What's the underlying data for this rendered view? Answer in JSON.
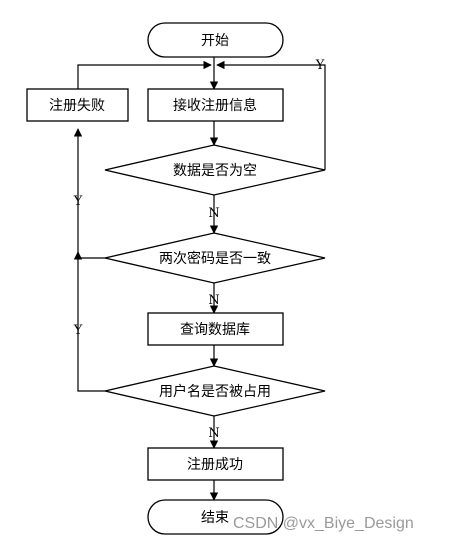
{
  "flowchart": {
    "nodes": {
      "start": "开始",
      "receive_info": "接收注册信息",
      "data_empty_check": "数据是否为空",
      "password_match_check": "两次密码是否一致",
      "query_db": "查询数据库",
      "username_taken_check": "用户名是否被占用",
      "register_success": "注册成功",
      "end": "结束",
      "register_fail": "注册失败"
    },
    "edge_labels": {
      "yes_data_empty": "Y",
      "no_data_empty": "N",
      "yes_password": "Y",
      "no_password": "N",
      "yes_username": "Y",
      "no_username": "N"
    }
  },
  "watermark": "CSDN @vx_Biye_Design"
}
